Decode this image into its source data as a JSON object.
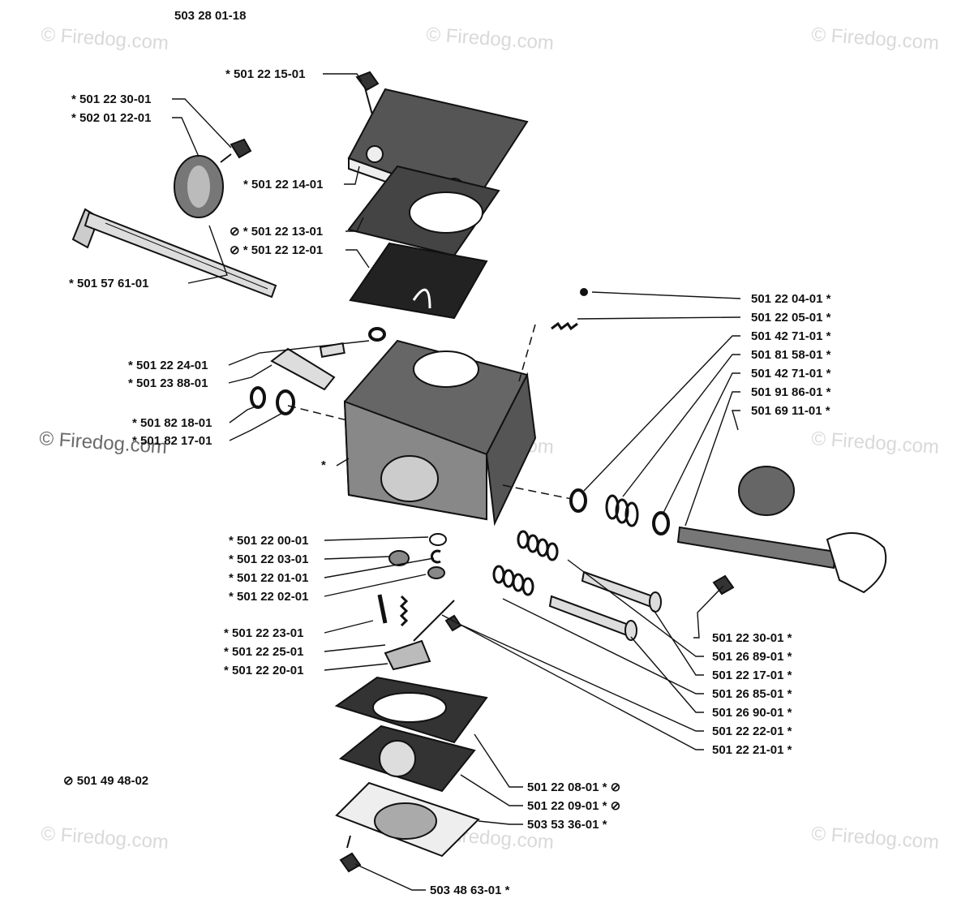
{
  "assembly_number": "503 28 01-18",
  "kit_note": "⊘ 501 49 48-02",
  "watermark": "© Firedog.com",
  "labels": [
    {
      "id": "l1",
      "text": "*  501 22 15-01"
    },
    {
      "id": "l2",
      "text": "*  501 22 30-01"
    },
    {
      "id": "l3",
      "text": "*  502 01 22-01"
    },
    {
      "id": "l4",
      "text": "*  501 22 14-01"
    },
    {
      "id": "l5",
      "text": "⊘  *  501 22 13-01"
    },
    {
      "id": "l6",
      "text": "⊘  *  501 22 12-01"
    },
    {
      "id": "l7",
      "text": "*  501 57 61-01"
    },
    {
      "id": "l8",
      "text": "501 22 04-01  *"
    },
    {
      "id": "l9",
      "text": "501 22 05-01  *"
    },
    {
      "id": "l10",
      "text": "501 42 71-01  *"
    },
    {
      "id": "l11",
      "text": "501 81 58-01  *"
    },
    {
      "id": "l12",
      "text": "501 42 71-01  *"
    },
    {
      "id": "l13",
      "text": "501 91 86-01  *"
    },
    {
      "id": "l14",
      "text": "501 69 11-01  *"
    },
    {
      "id": "l15",
      "text": "*  501 22 24-01"
    },
    {
      "id": "l16",
      "text": "*  501 23 88-01"
    },
    {
      "id": "l17",
      "text": "*  501 82 18-01"
    },
    {
      "id": "l18",
      "text": "*  501 82 17-01"
    },
    {
      "id": "l19",
      "text": "*"
    },
    {
      "id": "l20",
      "text": "*  501 22 00-01"
    },
    {
      "id": "l21",
      "text": "*  501 22 03-01"
    },
    {
      "id": "l22",
      "text": "*  501 22 01-01"
    },
    {
      "id": "l23",
      "text": "*  501 22 02-01"
    },
    {
      "id": "l24",
      "text": "*  501 22 23-01"
    },
    {
      "id": "l25",
      "text": "*  501 22 25-01"
    },
    {
      "id": "l26",
      "text": "*  501 22 20-01"
    },
    {
      "id": "l27",
      "text": "501 22 30-01  *"
    },
    {
      "id": "l28",
      "text": "501 26 89-01  *"
    },
    {
      "id": "l29",
      "text": "501 22 17-01  *"
    },
    {
      "id": "l30",
      "text": "501 26 85-01  *"
    },
    {
      "id": "l31",
      "text": "501 26 90-01  *"
    },
    {
      "id": "l32",
      "text": "501 22 22-01  *"
    },
    {
      "id": "l33",
      "text": "501 22 21-01  *"
    },
    {
      "id": "l34",
      "text": "501 22 08-01  *  ⊘"
    },
    {
      "id": "l35",
      "text": "501 22 09-01  *  ⊘"
    },
    {
      "id": "l36",
      "text": "503 53 36-01  *"
    },
    {
      "id": "l37",
      "text": "503 48 63-01  *"
    }
  ]
}
